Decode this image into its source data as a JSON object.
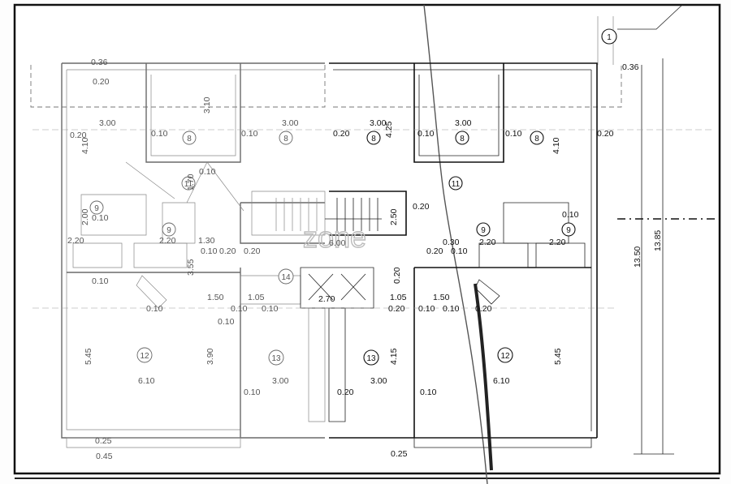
{
  "plan": {
    "grid_marker": "1",
    "watermark": "zone",
    "room_tags": [
      {
        "id": "r8a",
        "label": "8"
      },
      {
        "id": "r8b",
        "label": "8"
      },
      {
        "id": "r8c",
        "label": "8"
      },
      {
        "id": "r8d",
        "label": "8"
      },
      {
        "id": "r8e",
        "label": "8"
      },
      {
        "id": "r11a",
        "label": "11"
      },
      {
        "id": "r11b",
        "label": "11"
      },
      {
        "id": "r9a",
        "label": "9"
      },
      {
        "id": "r9b",
        "label": "9"
      },
      {
        "id": "r9c",
        "label": "9"
      },
      {
        "id": "r9d",
        "label": "9"
      },
      {
        "id": "r14",
        "label": "14"
      },
      {
        "id": "r12a",
        "label": "12"
      },
      {
        "id": "r12b",
        "label": "12"
      },
      {
        "id": "r13a",
        "label": "13"
      },
      {
        "id": "r13b",
        "label": "13"
      }
    ],
    "dimensions": [
      "0.36",
      "0.20",
      "3.00",
      "3.10",
      "3.00",
      "0.20",
      "0.10",
      "0.10",
      "0.20",
      "4.10",
      "3.00",
      "4.25",
      "0.10",
      "3.00",
      "0.10",
      "4.10",
      "0.20",
      "0.36",
      "0.10",
      "1.70",
      "2.00",
      "0.10",
      "2.20",
      "2.20",
      "1.30",
      "0.10",
      "3.55",
      "0.20",
      "0.20",
      "6.00",
      "2.50",
      "0.20",
      "0.30",
      "0.20",
      "0.10",
      "2.20",
      "2.20",
      "0.10",
      "0.10",
      "0.10",
      "1.50",
      "0.10",
      "1.05",
      "0.10",
      "0.10",
      "0.20",
      "2.70",
      "1.05",
      "0.20",
      "1.50",
      "0.10",
      "0.10",
      "0.20",
      "5.45",
      "3.90",
      "4.15",
      "5.45",
      "6.10",
      "3.00",
      "3.00",
      "6.10",
      "0.10",
      "0.20",
      "0.10",
      "0.25",
      "0.45",
      "0.25",
      "13.50",
      "13.85"
    ]
  }
}
